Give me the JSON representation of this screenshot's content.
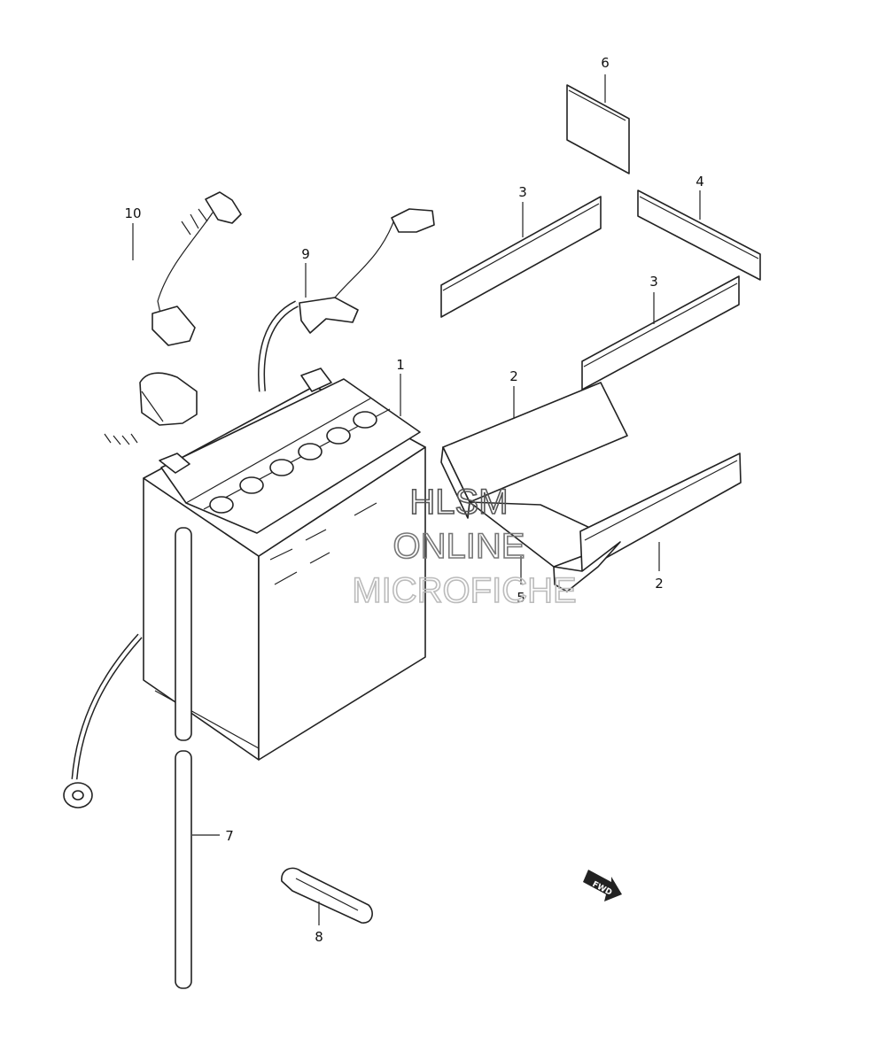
{
  "watermark": {
    "line1": "HLSM",
    "line2": "ONLINE",
    "line3": "MICROFICHE",
    "color1": "#555555",
    "color2": "#777777",
    "color3": "#bbbbbb"
  },
  "fwd_label": "FWD",
  "callouts": {
    "c1": "1",
    "c2a": "2",
    "c2b": "2",
    "c3a": "3",
    "c3b": "3",
    "c4": "4",
    "c5": "5",
    "c6": "6",
    "c7": "7",
    "c8": "8",
    "c9": "9",
    "c10": "10"
  }
}
